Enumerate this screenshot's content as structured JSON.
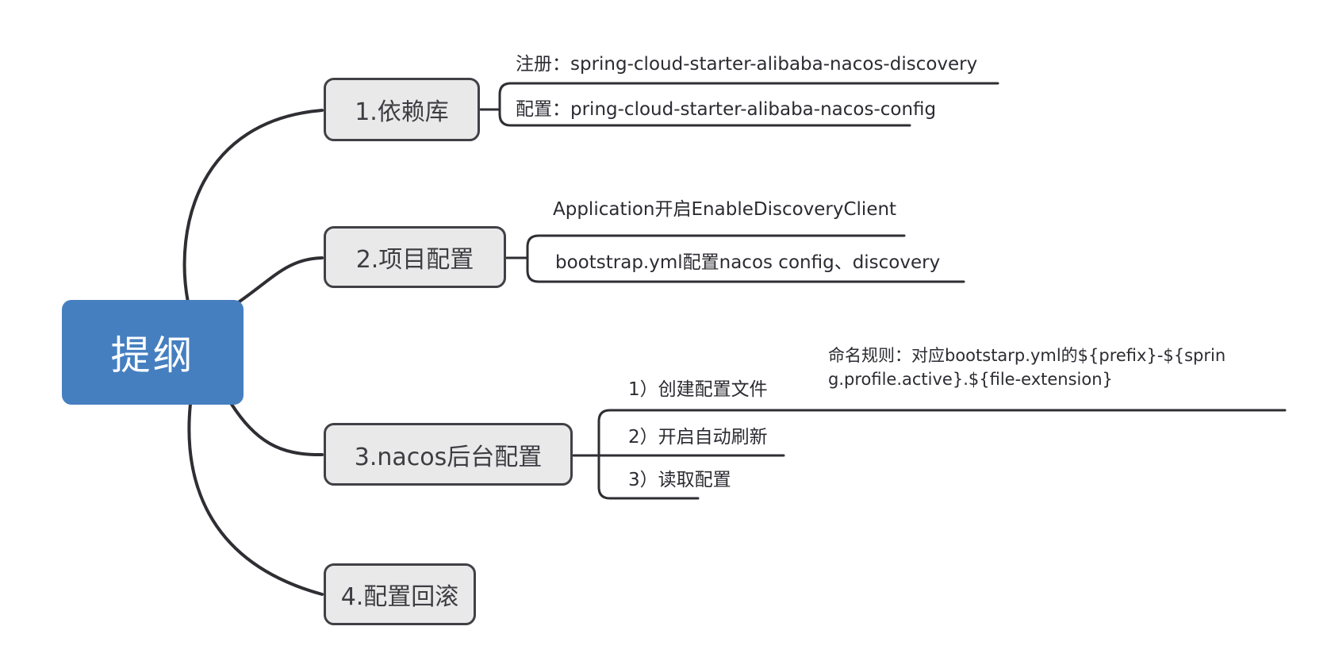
{
  "root": {
    "label": "提纲"
  },
  "branches": [
    {
      "label": "1.依赖库",
      "children": [
        {
          "text": "注册：spring-cloud-starter-alibaba-nacos-discovery"
        },
        {
          "text": "配置：pring-cloud-starter-alibaba-nacos-config"
        }
      ]
    },
    {
      "label": "2.项目配置",
      "children": [
        {
          "text": "Application开启EnableDiscoveryClient"
        },
        {
          "text": "bootstrap.yml配置nacos config、discovery"
        }
      ]
    },
    {
      "label": "3.nacos后台配置",
      "children": [
        {
          "text": "1）创建配置文件",
          "children": [
            {
              "text": "命名规则：对应bootstarp.yml的${prefix}-${spring.profile.active}.${file-extension}"
            }
          ]
        },
        {
          "text": "2）开启自动刷新"
        },
        {
          "text": "3）读取配置"
        }
      ]
    },
    {
      "label": "4.配置回滚",
      "children": []
    }
  ],
  "colors": {
    "root_bg": "#457fc0",
    "root_text": "#ffffff",
    "branch_bg": "#e9e9ea",
    "branch_border": "#404046",
    "line": "#2e2e33",
    "text": "#2b2b32"
  }
}
